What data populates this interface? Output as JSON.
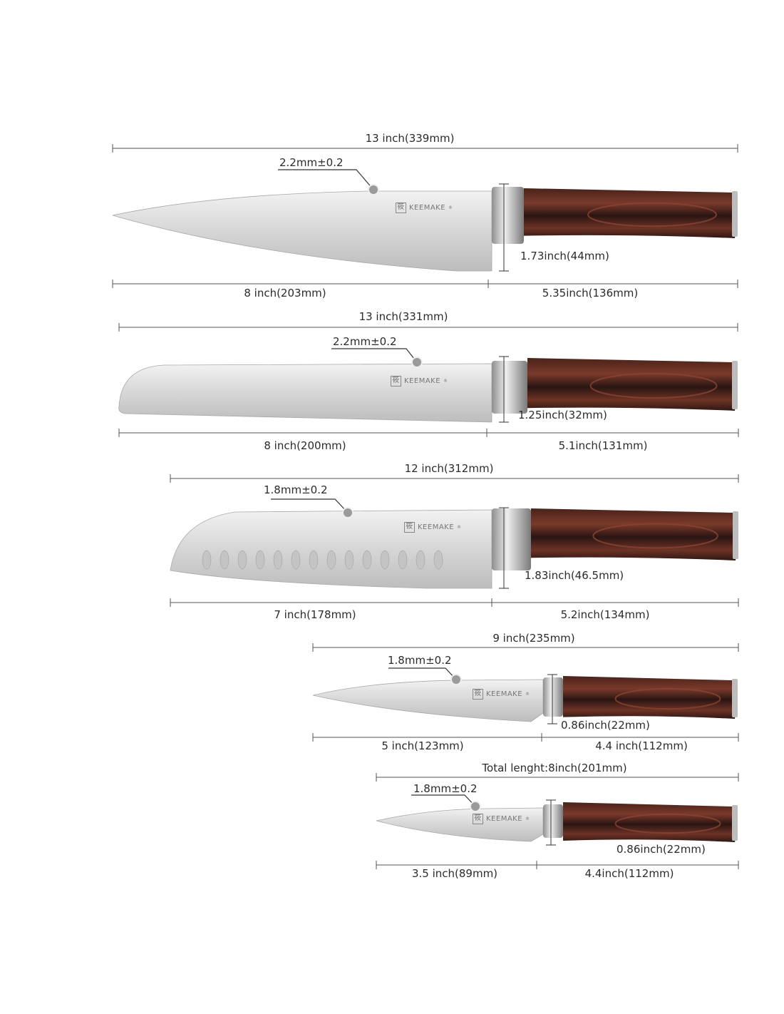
{
  "brand": {
    "name": "KEEMAKE",
    "registered": "®",
    "logo_glyph": "筱"
  },
  "colors": {
    "dimension_line": "#555555",
    "blade": "#d9d9d9",
    "handle_dark": "#3a1f1a",
    "handle_grain": "#8a4432",
    "bolster": "#b8b8b8"
  },
  "knives": [
    {
      "name": "chef-knife",
      "total": "13 inch(339mm)",
      "thickness": "2.2mm±0.2",
      "height": "1.73inch(44mm)",
      "blade_length": "8 inch(203mm)",
      "handle_length": "5.35inch(136mm)"
    },
    {
      "name": "bread-knife",
      "total": "13 inch(331mm)",
      "thickness": "2.2mm±0.2",
      "height": "1.25inch(32mm)",
      "blade_length": "8 inch(200mm)",
      "handle_length": "5.1inch(131mm)"
    },
    {
      "name": "santoku-knife",
      "total": "12 inch(312mm)",
      "thickness": "1.8mm±0.2",
      "height": "1.83inch(46.5mm)",
      "blade_length": "7 inch(178mm)",
      "handle_length": "5.2inch(134mm)"
    },
    {
      "name": "utility-knife",
      "total": "9 inch(235mm)",
      "thickness": "1.8mm±0.2",
      "height": "0.86inch(22mm)",
      "blade_length": "5 inch(123mm)",
      "handle_length": "4.4 inch(112mm)"
    },
    {
      "name": "paring-knife",
      "total": "Total lenght:8inch(201mm)",
      "thickness": "1.8mm±0.2",
      "height": "0.86inch(22mm)",
      "blade_length": "3.5 inch(89mm)",
      "handle_length": "4.4inch(112mm)"
    }
  ]
}
